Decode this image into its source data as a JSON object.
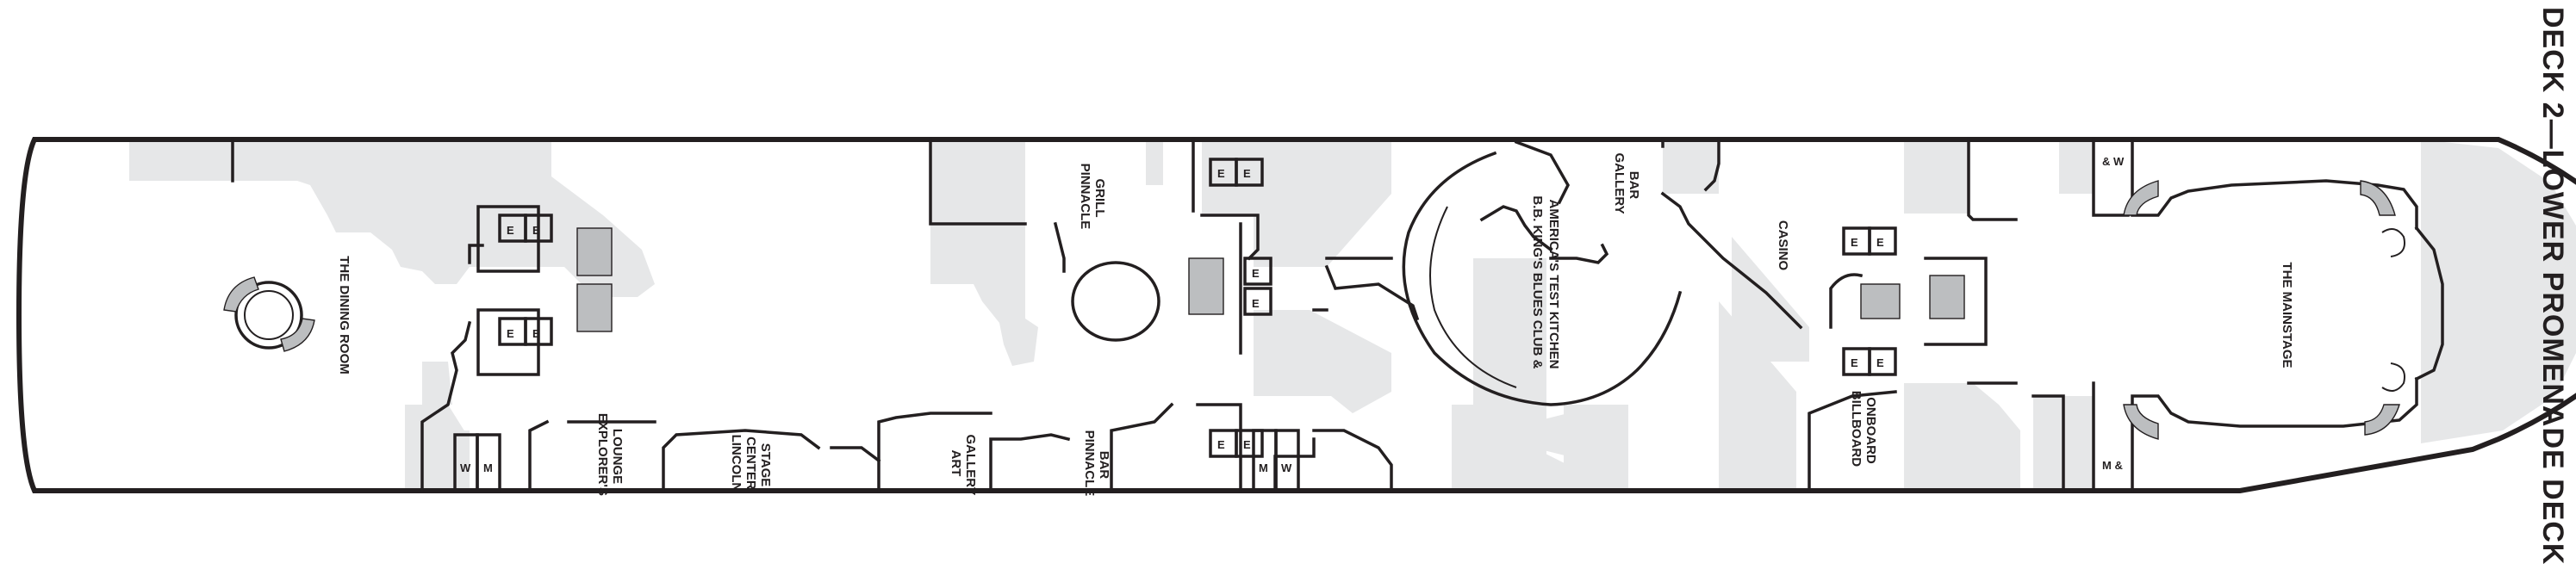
{
  "deck_title": "DECK 2—LOWER PROMENADE DECK",
  "venues": {
    "dining_room": "THE DINING ROOM",
    "explorers_lounge": [
      "EXPLORER'S",
      "LOUNGE"
    ],
    "lincoln_center_stage": [
      "LINCOLN",
      "CENTER",
      "STAGE"
    ],
    "art_gallery": [
      "ART",
      "GALLERY"
    ],
    "pinnacle_grill": [
      "PINNACLE",
      "GRILL"
    ],
    "pinnacle_bar": [
      "PINNACLE",
      "BAR"
    ],
    "bb_kings": [
      "B.B. KING'S BLUES CLUB &",
      "AMERICA'S TEST KITCHEN"
    ],
    "gallery_bar": [
      "GALLERY",
      "BAR"
    ],
    "casino": "CASINO",
    "billboard_onboard": [
      "BILLBOARD",
      "ONBOARD"
    ],
    "mainstage": "THE MAINSTAGE"
  },
  "markers": {
    "elevator": "E",
    "restroom_women": "W",
    "restroom_men": "M",
    "restroom_women_accessible": "& W",
    "restroom_men_accessible": "M &"
  }
}
